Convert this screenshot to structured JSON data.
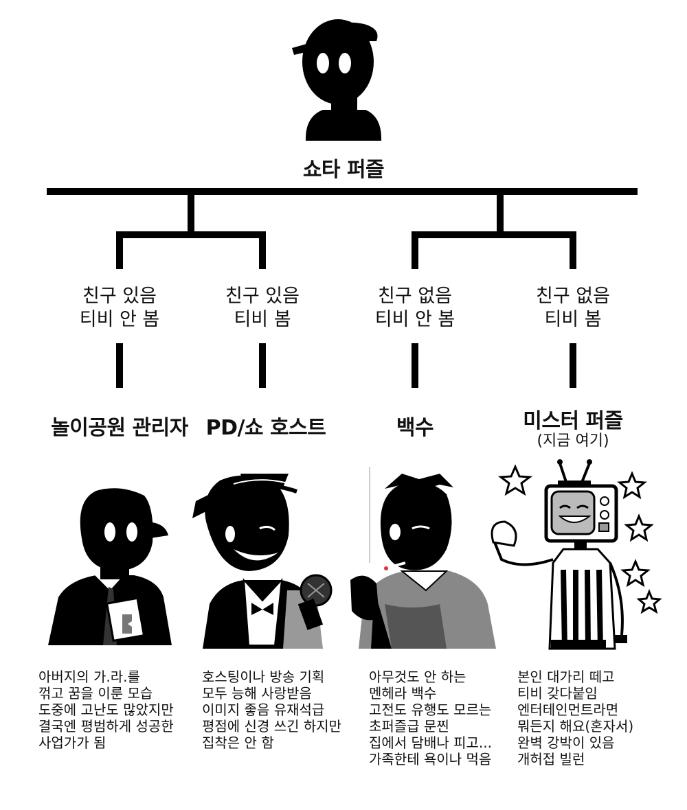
{
  "root": {
    "label": "쇼타 퍼즐"
  },
  "branches": [
    {
      "friends": "친구 있음",
      "tv": "티비 안 봄",
      "title": "놀이공원 관리자",
      "subtitle": "",
      "description": "아버지의 가.라.를\n꺾고 꿈을 이룬 모습\n도중에 고난도 많았지만\n결국엔 평범하게 성공한\n사업가가 됨"
    },
    {
      "friends": "친구 있음",
      "tv": "티비 봄",
      "title": "PD/쇼 호스트",
      "subtitle": "",
      "description": "호스팅이나 방송 기획\n모두 능해 사랑받음\n이미지 좋음 유재석급\n평점에 신경 쓰긴 하지만\n집착은 안 함"
    },
    {
      "friends": "친구 없음",
      "tv": "티비 안 봄",
      "title": "백수",
      "subtitle": "",
      "description": "아무것도 안 하는\n멘헤라 백수\n고전도 유행도 모르는\n초퍼즐급 문찐\n집에서 담배나 피고...\n가족한테 욕이나 먹음"
    },
    {
      "friends": "친구 없음",
      "tv": "티비 봄",
      "title": "미스터 퍼즐",
      "subtitle": "(지금 여기)",
      "description": "본인 대가리 떼고\n티비 갖다붙임\n엔터테인먼트라면\n뭐든지 해요(혼자서)\n완벽 강박이 있음\n개허접 빌런"
    }
  ]
}
